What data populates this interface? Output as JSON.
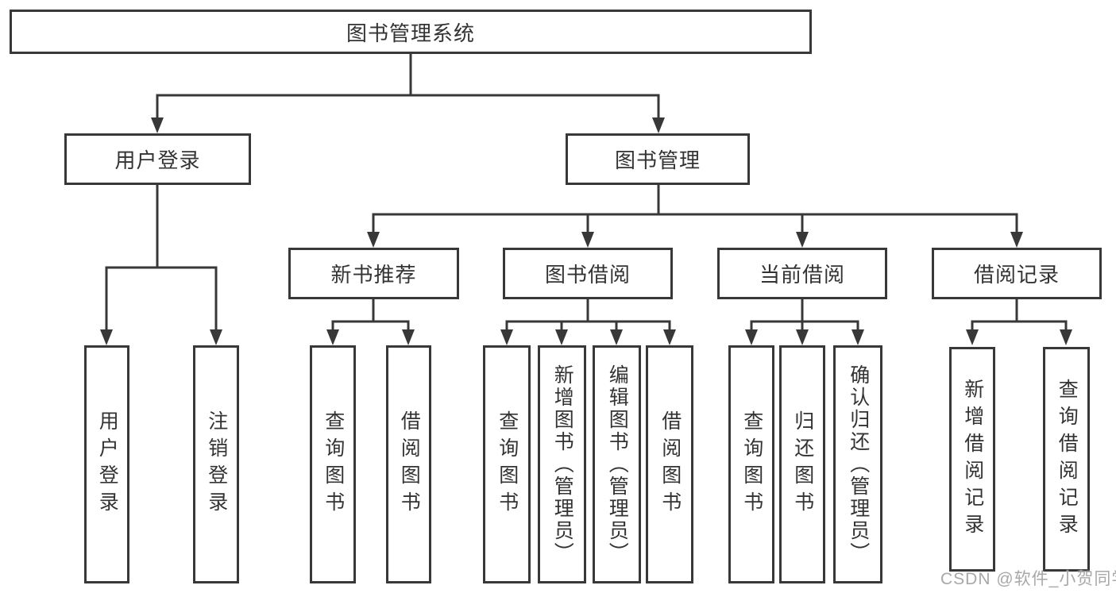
{
  "tree": {
    "root": {
      "label": "图书管理系统"
    },
    "user_login": {
      "label": "用户登录",
      "children": [
        {
          "label": "用户登录"
        },
        {
          "label": "注销登录"
        }
      ]
    },
    "book_management": {
      "label": "图书管理",
      "groups": [
        {
          "label": "新书推荐",
          "children": [
            {
              "label": "查询图书"
            },
            {
              "label": "借阅图书"
            }
          ]
        },
        {
          "label": "图书借阅",
          "children": [
            {
              "label": "查询图书"
            },
            {
              "label": "新增图书（管理员）"
            },
            {
              "label": "编辑图书（管理员）"
            },
            {
              "label": "借阅图书"
            }
          ]
        },
        {
          "label": "当前借阅",
          "children": [
            {
              "label": "查询图书"
            },
            {
              "label": "归还图书"
            },
            {
              "label": "确认归还（管理员）"
            }
          ]
        },
        {
          "label": "借阅记录",
          "children": [
            {
              "label": "新增借阅记录"
            },
            {
              "label": "查询借阅记录"
            }
          ]
        }
      ]
    }
  },
  "watermark": {
    "text": "CSDN @软件_小贺同学"
  },
  "colors": {
    "line": "#383838",
    "border": "#383838",
    "text": "#333333",
    "background": "#ffffff",
    "watermark": "#a8a8a8"
  }
}
